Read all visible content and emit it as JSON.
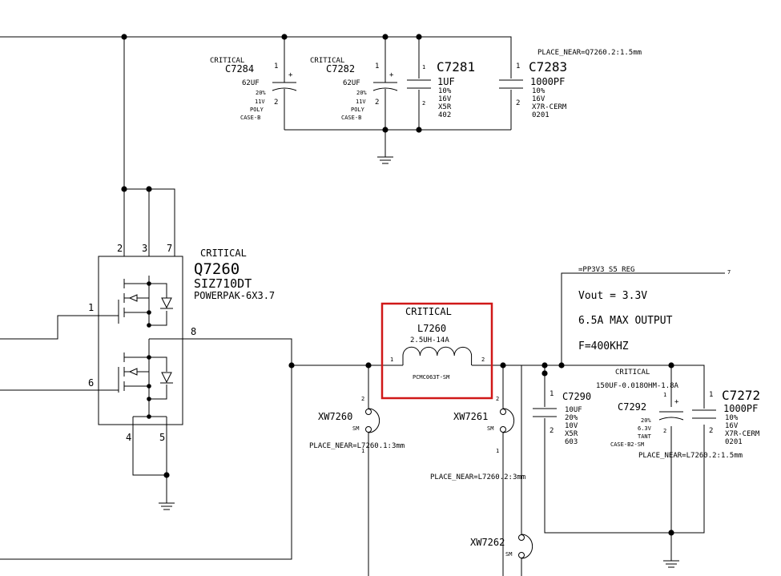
{
  "colors": {
    "wire": "#000000",
    "highlight": "#d01818",
    "background": "#ffffff"
  },
  "caps": {
    "c7284": {
      "critical": "CRITICAL",
      "ref": "C7284",
      "value": "62UF",
      "tol": "20%",
      "volt": "11V",
      "type": "POLY",
      "pkg": "CASE-B",
      "pin1": "1",
      "pin2": "2",
      "plus": "+"
    },
    "c7282": {
      "critical": "CRITICAL",
      "ref": "C7282",
      "value": "62UF",
      "tol": "20%",
      "volt": "11V",
      "type": "POLY",
      "pkg": "CASE-B",
      "pin1": "1",
      "pin2": "2",
      "plus": "+"
    },
    "c7281": {
      "ref": "C7281",
      "value": "1UF",
      "tol": "10%",
      "volt": "16V",
      "type": "X5R",
      "pkg": "402",
      "pin1": "1",
      "pin2": "2"
    },
    "c7283": {
      "ref": "C7283",
      "value": "1000PF",
      "tol": "10%",
      "volt": "16V",
      "type": "X7R-CERM",
      "pkg": "0201",
      "pin1": "1",
      "pin2": "2",
      "place": "PLACE_NEAR=Q7260.2:1.5mm"
    },
    "c7290": {
      "ref": "C7290",
      "value": "10UF",
      "tol": "20%",
      "volt": "10V",
      "type": "X5R",
      "pkg": "603",
      "pin1": "1",
      "pin2": "2"
    },
    "c7292": {
      "critical": "CRITICAL",
      "spec": "150UF-0.018OHM-1.8A",
      "ref": "C7292",
      "tol": "20%",
      "volt": "6.3V",
      "type": "TANT",
      "pkg": "CASE-B2-SM",
      "pin1": "1",
      "pin2": "2",
      "plus": "+"
    },
    "c7272": {
      "ref": "C7272",
      "value": "1000PF",
      "tol": "10%",
      "volt": "16V",
      "type": "X7R-CERM",
      "pkg": "0201",
      "pin1": "1",
      "pin2": "2",
      "place": "PLACE_NEAR=L7260.2:1.5mm"
    }
  },
  "q7260": {
    "critical": "CRITICAL",
    "ref": "Q7260",
    "part": "SIZ710DT",
    "pkg": "POWERPAK-6X3.7",
    "pins": {
      "p1": "1",
      "p2": "2",
      "p3": "3",
      "p4": "4",
      "p5": "5",
      "p6": "6",
      "p7": "7",
      "p8": "8"
    }
  },
  "l7260": {
    "critical": "CRITICAL",
    "ref": "L7260",
    "value": "2.5UH-14A",
    "part": "PCMC063T-SM",
    "pin1": "1",
    "pin2": "2"
  },
  "xw7260": {
    "ref": "XW7260",
    "sm": "SM",
    "pin1": "1",
    "pin2": "2",
    "place": "PLACE_NEAR=L7260.1:3mm"
  },
  "xw7261": {
    "ref": "XW7261",
    "sm": "SM",
    "pin1": "1",
    "pin2": "2",
    "place": "PLACE_NEAR=L7260.2:3mm"
  },
  "xw7262": {
    "ref": "XW7262",
    "sm": "SM"
  },
  "net": {
    "name": "=PP3V3_S5_REG",
    "pin": "7"
  },
  "notes": {
    "vout": "Vout = 3.3V",
    "imax": "6.5A MAX OUTPUT",
    "freq": "F=400KHZ"
  }
}
